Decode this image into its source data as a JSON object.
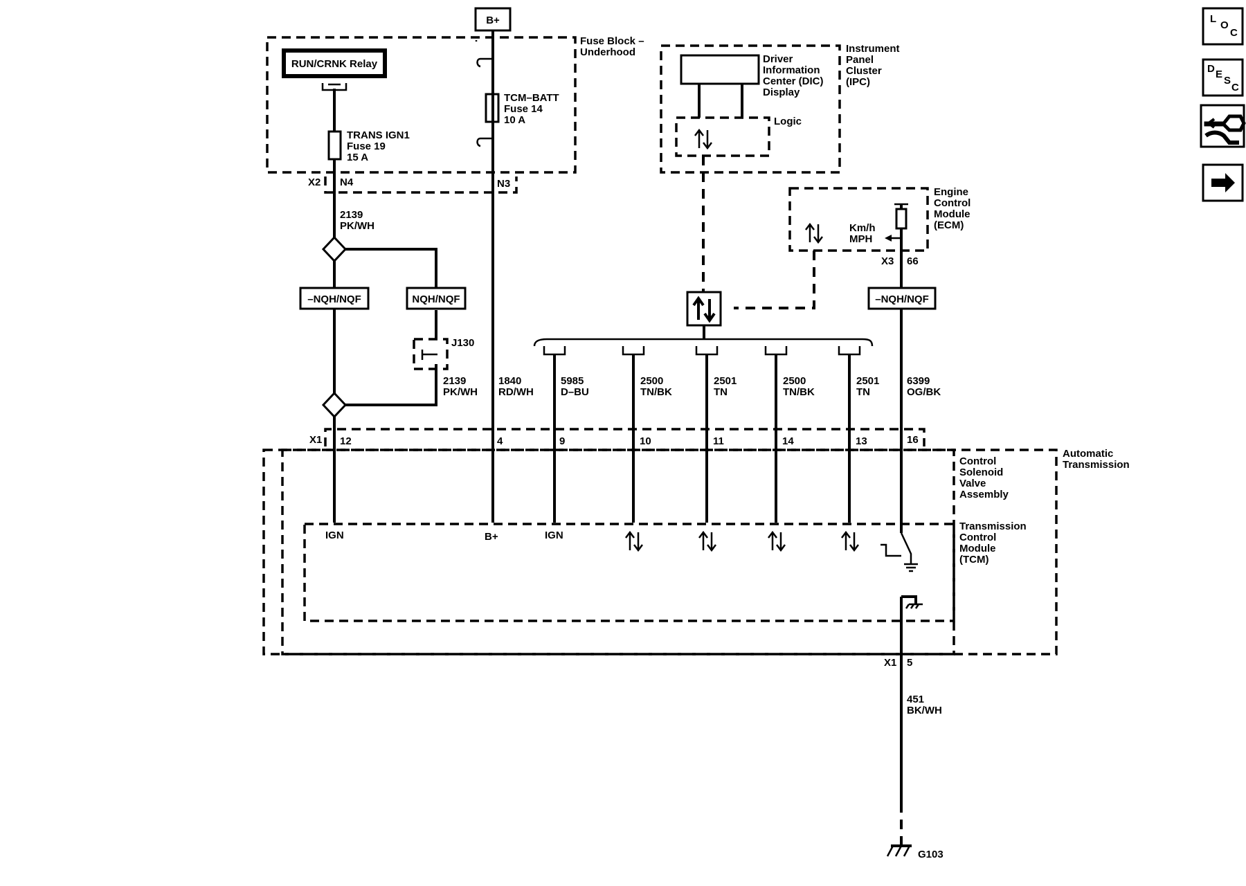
{
  "power": {
    "bplus": "B+"
  },
  "fuse_block": {
    "title": [
      "Fuse Block –",
      "Underhood"
    ],
    "relay": "RUN/CRNK Relay",
    "fuse_ign": [
      "TRANS IGN1",
      "Fuse 19",
      "15 A"
    ],
    "fuse_batt": [
      "TCM–BATT",
      "Fuse 14",
      "10 A"
    ],
    "conn_x2": "X2",
    "pin_n4": "N4",
    "pin_n3": "N3"
  },
  "ipc": {
    "title": [
      "Instrument",
      "Panel",
      "Cluster",
      "(IPC)"
    ],
    "dic": [
      "Driver",
      "Information",
      "Center (DIC)",
      "Display"
    ],
    "logic": "Logic"
  },
  "ecm": {
    "title": [
      "Engine",
      "Control",
      "Module",
      "(ECM)"
    ],
    "speed": [
      "Km/h",
      "MPH"
    ],
    "conn": "X3",
    "pin": "66"
  },
  "options": {
    "not_nqh": "–NQH/NQF",
    "nqh": "NQH/NQF",
    "not_nqh_right": "–NQH/NQF"
  },
  "splice": "J130",
  "wires": {
    "w2139_top": [
      "2139",
      "PK/WH"
    ],
    "w2139_bot": [
      "2139",
      "PK/WH"
    ],
    "w1840": [
      "1840",
      "RD/WH"
    ],
    "w5985": [
      "5985",
      "D–BU"
    ],
    "w2500a": [
      "2500",
      "TN/BK"
    ],
    "w2501a": [
      "2501",
      "TN"
    ],
    "w2500b": [
      "2500",
      "TN/BK"
    ],
    "w2501b": [
      "2501",
      "TN"
    ],
    "w6399": [
      "6399",
      "OG/BK"
    ],
    "w451": [
      "451",
      "BK/WH"
    ]
  },
  "connector_x1": {
    "label": "X1",
    "pins": [
      "12",
      "4",
      "9",
      "10",
      "11",
      "14",
      "13",
      "16"
    ]
  },
  "transmission": {
    "auto_trans": [
      "Automatic",
      "Transmission"
    ],
    "csva": [
      "Control",
      "Solenoid",
      "Valve",
      "Assembly"
    ],
    "tcm": [
      "Transmission",
      "Control",
      "Module",
      "(TCM)"
    ],
    "ign_left": "IGN",
    "bplus": "B+",
    "ign_right": "IGN"
  },
  "ground": {
    "conn": "X1",
    "pin": "5",
    "name": "G103"
  },
  "nav": {
    "loc": [
      "L",
      "O",
      "C"
    ],
    "desc": [
      "D",
      "E",
      "S",
      "C"
    ],
    "connector_icon": "connector-icon",
    "next_icon": "arrow-right-icon"
  }
}
